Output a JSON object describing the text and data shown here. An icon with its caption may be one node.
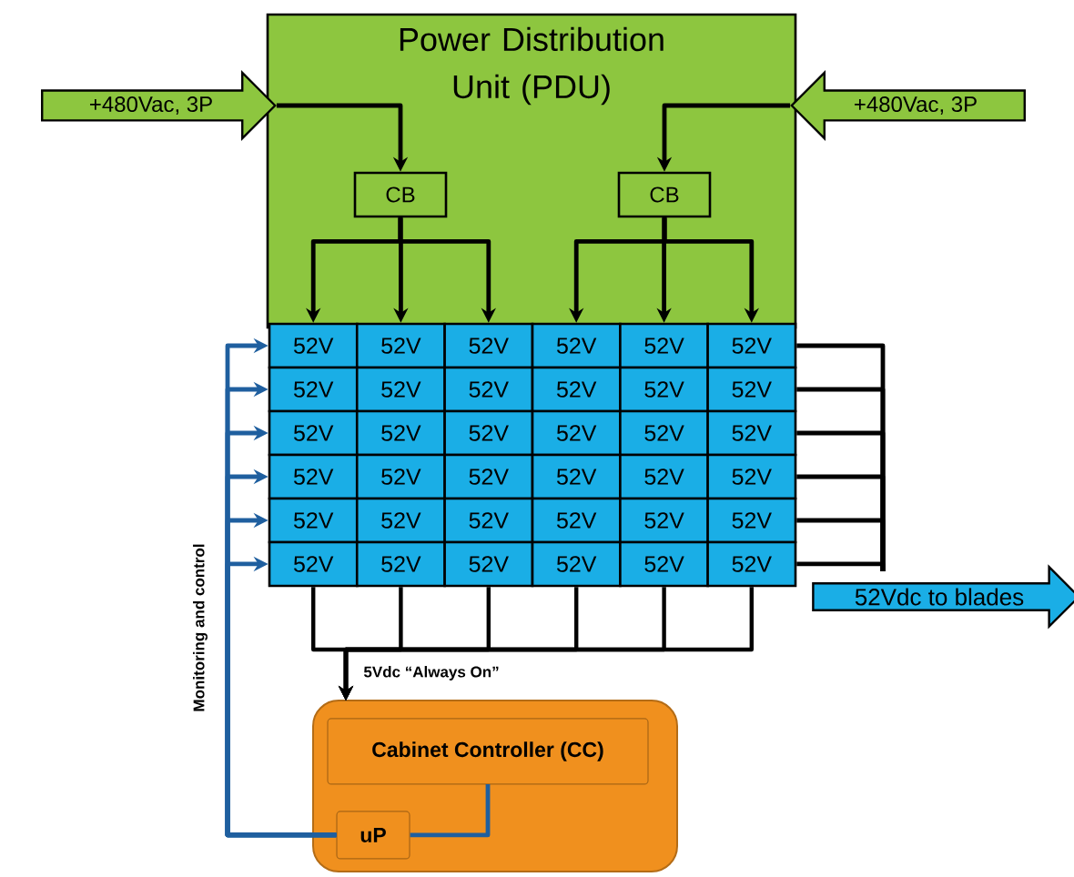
{
  "diagram": {
    "nodes": [
      {
        "text": [
          "Power Distribution Unit (PDU)"
        ]
      },
      {
        "text": [
          "+480Vac, 3P"
        ]
      },
      {
        "text": [
          "+480Vac, 3P"
        ]
      },
      {
        "text": [
          "CB"
        ],
        "in": 0
      },
      {
        "text": [
          "CB"
        ],
        "in": 0
      },
      {
        "text": [
          "52V"
        ]
      },
      {
        "text": [
          "52V"
        ]
      },
      {
        "text": [
          "52V"
        ]
      },
      {
        "text": [
          "52V"
        ]
      },
      {
        "text": [
          "52V"
        ]
      },
      {
        "text": [
          "52V"
        ]
      },
      {
        "text": [
          "52V"
        ]
      },
      {
        "text": [
          "52V"
        ]
      },
      {
        "text": [
          "52V"
        ]
      },
      {
        "text": [
          "52V"
        ]
      },
      {
        "text": [
          "52V"
        ]
      },
      {
        "text": [
          "52V"
        ]
      },
      {
        "text": [
          "52V"
        ]
      },
      {
        "text": [
          "52V"
        ]
      },
      {
        "text": [
          "52V"
        ]
      },
      {
        "text": [
          "52V"
        ]
      },
      {
        "text": [
          "52V"
        ]
      },
      {
        "text": [
          "52V"
        ]
      },
      {
        "text": [
          "52V"
        ]
      },
      {
        "text": [
          "52V"
        ]
      },
      {
        "text": [
          "52V"
        ]
      },
      {
        "text": [
          "52V"
        ]
      },
      {
        "text": [
          "52V"
        ]
      },
      {
        "text": [
          "52V"
        ]
      },
      {
        "text": [
          "52V"
        ]
      },
      {
        "text": [
          "52V"
        ]
      },
      {
        "text": [
          "52V"
        ]
      },
      {
        "text": [
          "52V"
        ]
      },
      {
        "text": [
          "52V"
        ]
      },
      {
        "text": [
          "52V"
        ]
      },
      {
        "text": [
          "52V"
        ]
      },
      {
        "text": [
          "52V"
        ]
      },
      {
        "text": [
          "52V"
        ]
      },
      {
        "text": [
          "52V"
        ]
      },
      {
        "text": [
          "52V"
        ]
      },
      {
        "text": [
          "52V"
        ]
      },
      {
        "text": [
          "52Vdc to blades"
        ]
      },
      {
        "text": [],
        "shape": "box"
      },
      {
        "text": [
          "Cabinet Controller (CC)"
        ],
        "in": 42
      },
      {
        "text": [
          "uP"
        ],
        "in": 42
      }
    ],
    "edges": [
      {
        "from": 1,
        "to": 3,
        "arrow": "to"
      },
      {
        "from": 2,
        "to": 4,
        "arrow": "to"
      },
      {
        "from": 3,
        "to": 5,
        "arrow": "to"
      },
      {
        "from": 3,
        "to": 6,
        "arrow": "to"
      },
      {
        "from": 3,
        "to": 7,
        "arrow": "to"
      },
      {
        "from": 4,
        "to": 8,
        "arrow": "to"
      },
      {
        "from": 4,
        "to": 9,
        "arrow": "to"
      },
      {
        "from": 4,
        "to": 10,
        "arrow": "to"
      },
      {
        "from": 10,
        "to": 41,
        "arrow": "none"
      },
      {
        "from": 16,
        "to": 41,
        "arrow": "none"
      },
      {
        "from": 22,
        "to": 41,
        "arrow": "none"
      },
      {
        "from": 28,
        "to": 41,
        "arrow": "none"
      },
      {
        "from": 34,
        "to": 41,
        "arrow": "none"
      },
      {
        "from": 40,
        "to": 41,
        "arrow": "none"
      },
      {
        "from": 35,
        "to": 42,
        "arrow": "to",
        "label": "5Vdc “Always On”"
      },
      {
        "from": 36,
        "to": 42,
        "arrow": "to"
      },
      {
        "from": 37,
        "to": 42,
        "arrow": "to"
      },
      {
        "from": 38,
        "to": 42,
        "arrow": "to"
      },
      {
        "from": 39,
        "to": 42,
        "arrow": "to"
      },
      {
        "from": 40,
        "to": 42,
        "arrow": "to"
      },
      {
        "from": 44,
        "to": 5,
        "arrow": "to",
        "color": "#1f5f9f"
      },
      {
        "from": 44,
        "to": 11,
        "arrow": "to",
        "color": "#1f5f9f"
      },
      {
        "from": 44,
        "to": 17,
        "arrow": "to",
        "color": "#1f5f9f"
      },
      {
        "from": 44,
        "to": 23,
        "arrow": "to",
        "color": "#1f5f9f"
      },
      {
        "from": 44,
        "to": 29,
        "arrow": "to",
        "color": "#1f5f9f"
      },
      {
        "from": 44,
        "to": 35,
        "arrow": "to",
        "color": "#1f5f9f"
      },
      {
        "from": 44,
        "to": 43,
        "arrow": "none",
        "color": "#1f5f9f"
      }
    ],
    "labels": [
      "Monitoring and control"
    ]
  }
}
